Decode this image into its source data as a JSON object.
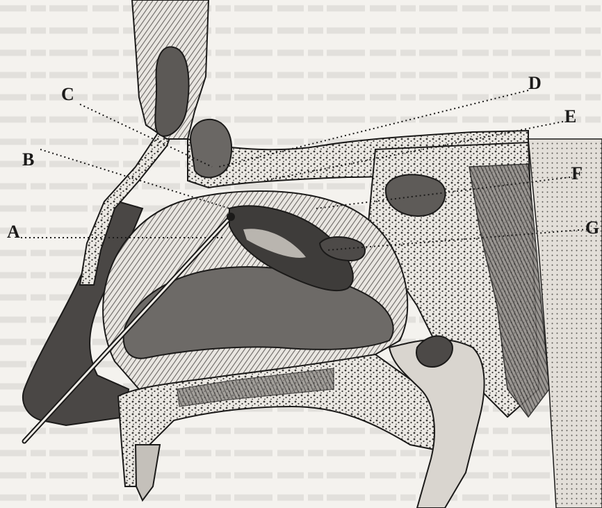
{
  "figure": {
    "labels": [
      {
        "key": "A",
        "text": "A"
      },
      {
        "key": "B",
        "text": "B"
      },
      {
        "key": "C",
        "text": "C"
      },
      {
        "key": "D",
        "text": "D"
      },
      {
        "key": "E",
        "text": "E"
      },
      {
        "key": "F",
        "text": "F"
      },
      {
        "key": "G",
        "text": "G"
      }
    ]
  },
  "colors": {
    "ink": "#1b1a19",
    "paper": "#f4f2ee",
    "bone": "#d9d5cf",
    "shade": "#555250"
  }
}
